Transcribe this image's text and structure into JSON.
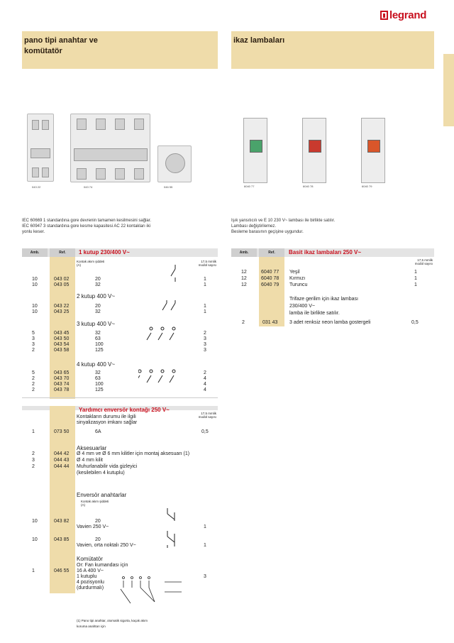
{
  "brand": "legrand",
  "left_title": "pano tipi anahtar ve komütatör",
  "right_title": "ikaz lambaları",
  "product_labels": [
    "043 22",
    "043 74",
    "046 55"
  ],
  "lamp_labels": [
    "6040 77",
    "6040 78",
    "6040 79"
  ],
  "left_desc": [
    "IEC 60669 1 standardına gore devrenin tamamen kesilmesini sağlar.",
    "IEC 60947 3 standardına gore kesme kapasitesi AC 22 kontakları iki",
    "yonlu keser."
  ],
  "right_desc": [
    "Işık yansıtıcılı ve E 10  230 V~ lambası ile birlikte satılır.",
    "Lambası değiştirilemez.",
    "Besleme barasının geçişine uygundur."
  ],
  "col_amb": "Amb.",
  "col_ref": "Ref.",
  "mod_label": "17,5 mmlik modül sayısı",
  "sections": [
    {
      "title": "1 kutup 230/400 V~",
      "sub": "Kontak akım şiddeti (A)",
      "rows": [
        {
          "amb": "10",
          "ref": "043 02",
          "val": "20",
          "mod": "1"
        },
        {
          "amb": "10",
          "ref": "043 05",
          "val": "32",
          "mod": "1"
        }
      ]
    },
    {
      "title": "2 kutup 400 V~",
      "rows": [
        {
          "amb": "10",
          "ref": "043 22",
          "val": "20",
          "mod": "1"
        },
        {
          "amb": "10",
          "ref": "043 25",
          "val": "32",
          "mod": "1"
        }
      ]
    },
    {
      "title": "3 kutup 400 V~",
      "rows": [
        {
          "amb": "5",
          "ref": "043 45",
          "val": "32",
          "mod": "2"
        },
        {
          "amb": "3",
          "ref": "043 50",
          "val": "63",
          "mod": "3"
        },
        {
          "amb": "3",
          "ref": "043 54",
          "val": "100",
          "mod": "3"
        },
        {
          "amb": "2",
          "ref": "043 58",
          "val": "125",
          "mod": "3"
        }
      ]
    },
    {
      "title": "4 kutup 400 V~",
      "rows": [
        {
          "amb": "5",
          "ref": "043 65",
          "val": "32",
          "mod": "2"
        },
        {
          "amb": "2",
          "ref": "043 70",
          "val": "63",
          "mod": "4"
        },
        {
          "amb": "2",
          "ref": "043 74",
          "val": "100",
          "mod": "4"
        },
        {
          "amb": "2",
          "ref": "043 78",
          "val": "125",
          "mod": "4"
        }
      ]
    }
  ],
  "aux": {
    "title": "Yardımcı enversör kontağı 250 V~",
    "desc": [
      "Kontakların durumu ile ilgili",
      "sinyalizasyon imkanı sağlar"
    ],
    "row": {
      "amb": "1",
      "ref": "073 50",
      "val": "6A",
      "mod": "0,5"
    },
    "acc_title": "Aksesuarlar",
    "acc_rows": [
      {
        "amb": "2",
        "ref": "044 42",
        "text": "Ø 4 mm ve Ø 6 mm kilitler için montaj aksesuarı (1)"
      },
      {
        "amb": "3",
        "ref": "044 43",
        "text": "Ø 4 mm kilit"
      },
      {
        "amb": "2",
        "ref": "044 44",
        "text": "Muhurlanabilir vida gizleyici"
      }
    ],
    "acc_note": "(kesilebilen 4 kutuplu)",
    "inv_title": "Enversör anahtarlar",
    "inv_sub": "Kontak akım şiddeti (A)",
    "inv_rows": [
      {
        "amb": "10",
        "ref": "043 82",
        "val": "20",
        "text": "Vavien 250 V~",
        "mod": "1"
      },
      {
        "amb": "10",
        "ref": "043 85",
        "val": "20",
        "text": "Vavien, orta noktalı 250 V~",
        "mod": "1"
      }
    ],
    "kom_title": "Komütatör",
    "kom_lines": [
      "Or: Fan kumandası için",
      "16 A  400 V~",
      "1 kutuplu",
      "4 pozisyonlu",
      "(durdurmalı)"
    ],
    "kom_row": {
      "amb": "1",
      "ref": "046 55",
      "mod": "3"
    },
    "footnote": [
      "(1) Pano tipi anahtar, otomatik sigorta, kaçak akım",
      "koruma anahtarı için"
    ]
  },
  "lamp_section": {
    "title": "Basit ikaz lambaları 250 V~",
    "rows": [
      {
        "amb": "12",
        "ref": "6040 77",
        "text": "Yeşil",
        "mod": "1"
      },
      {
        "amb": "12",
        "ref": "6040 78",
        "text": "Kırmızı",
        "mod": "1"
      },
      {
        "amb": "12",
        "ref": "6040 79",
        "text": "Turuncu",
        "mod": "1"
      }
    ],
    "tri_lines": [
      "Trifaze gerilim için ikaz lambası",
      "230/400 V~",
      "lamba ile birlikte satılır."
    ],
    "tri_row": {
      "amb": "2",
      "ref": "031 43",
      "text": "3 adet renksiz neon lamba gostergeli",
      "mod": "0,5"
    }
  },
  "colors": {
    "accent": "#c8101e",
    "tan": "#efdcaa"
  }
}
